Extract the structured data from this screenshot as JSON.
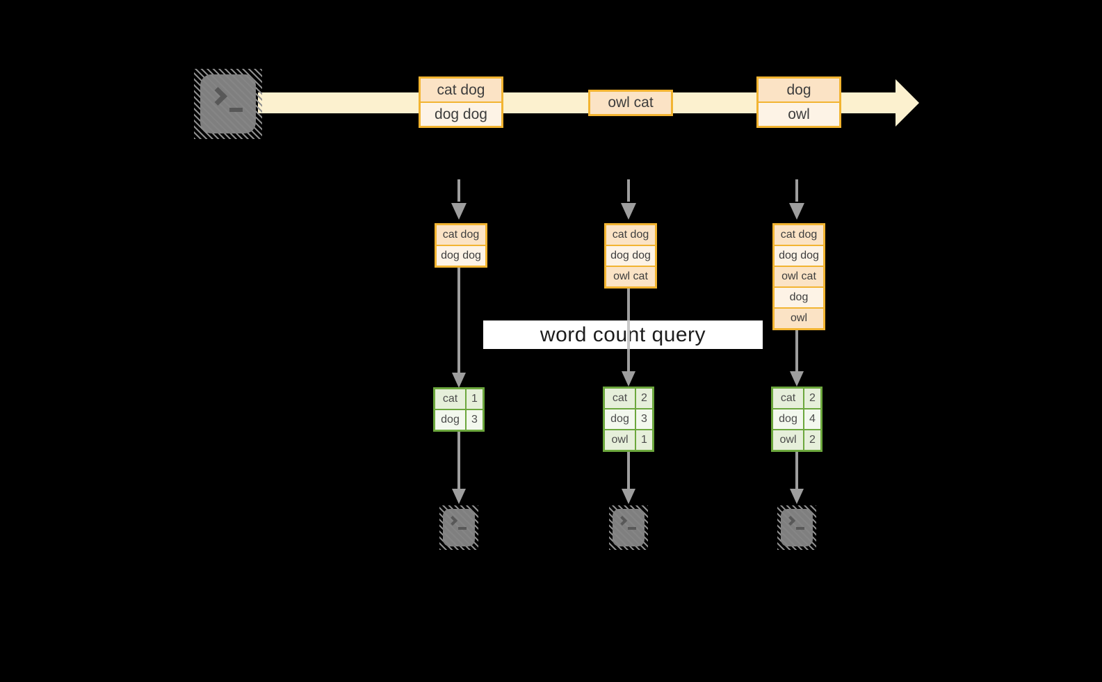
{
  "query": {
    "label": "word count query"
  },
  "stream": {
    "records": [
      {
        "cells": [
          "cat dog",
          "dog dog"
        ]
      },
      {
        "cells": [
          "owl cat"
        ]
      },
      {
        "cells": [
          "dog",
          "owl"
        ]
      }
    ]
  },
  "input_tables": [
    {
      "cells": [
        "cat dog",
        "dog dog"
      ]
    },
    {
      "cells": [
        "cat dog",
        "dog dog",
        "owl cat"
      ]
    },
    {
      "cells": [
        "cat dog",
        "dog dog",
        "owl cat",
        "dog",
        "owl"
      ]
    }
  ],
  "result_tables": [
    {
      "rows": [
        [
          "cat",
          "1"
        ],
        [
          "dog",
          "3"
        ]
      ]
    },
    {
      "rows": [
        [
          "cat",
          "2"
        ],
        [
          "dog",
          "3"
        ],
        [
          "owl",
          "1"
        ]
      ]
    },
    {
      "rows": [
        [
          "cat",
          "2"
        ],
        [
          "dog",
          "4"
        ],
        [
          "owl",
          "2"
        ]
      ]
    }
  ],
  "icons": {
    "source": "terminal-icon",
    "sinks": [
      "terminal-icon",
      "terminal-icon",
      "terminal-icon"
    ],
    "stream_arrowhead": "arrow-right-icon",
    "flow_arrowhead": "arrow-down-icon"
  },
  "colors": {
    "background": "#000000",
    "stream_band": "#fcf1cf",
    "record_border": "#f2b431",
    "record_fill_dark": "#fbe3c5",
    "record_fill_light": "#fdf3e6",
    "table_border": "#6ca73d",
    "table_row_green": "#e6efda",
    "table_row_white": "#f3f8ee",
    "arrow_gray": "#9e9e9e",
    "terminal_gray": "#7f7f7f",
    "query_band_bg": "#ffffff",
    "text_dark": "#3d3d3d"
  }
}
